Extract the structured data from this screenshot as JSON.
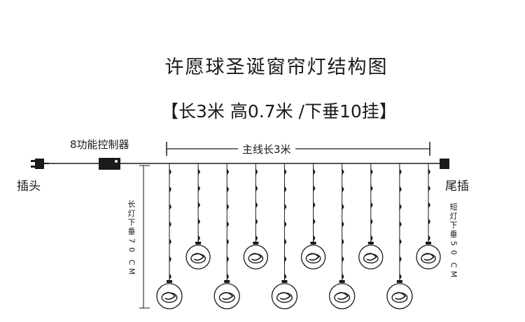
{
  "diagram": {
    "title": "许愿球圣诞窗帘灯结构图",
    "subtitle": "【长3米 高0.7米 /下垂10挂】",
    "controller_label": "8功能控制器",
    "main_line_label": "主线长3米",
    "plug_label": "插头",
    "tail_plug_label": "尾插",
    "long_drop_label": "长灯下垂",
    "long_drop_value": "70 CM",
    "short_drop_label": "短灯下垂",
    "short_drop_value": "50 CM"
  },
  "colors": {
    "line": "#1a1a1a",
    "background": "#ffffff"
  },
  "strands": [
    {
      "length": "long"
    },
    {
      "length": "short"
    },
    {
      "length": "long"
    },
    {
      "length": "short"
    },
    {
      "length": "long"
    },
    {
      "length": "short"
    },
    {
      "length": "long"
    },
    {
      "length": "short"
    },
    {
      "length": "long"
    },
    {
      "length": "short"
    }
  ]
}
